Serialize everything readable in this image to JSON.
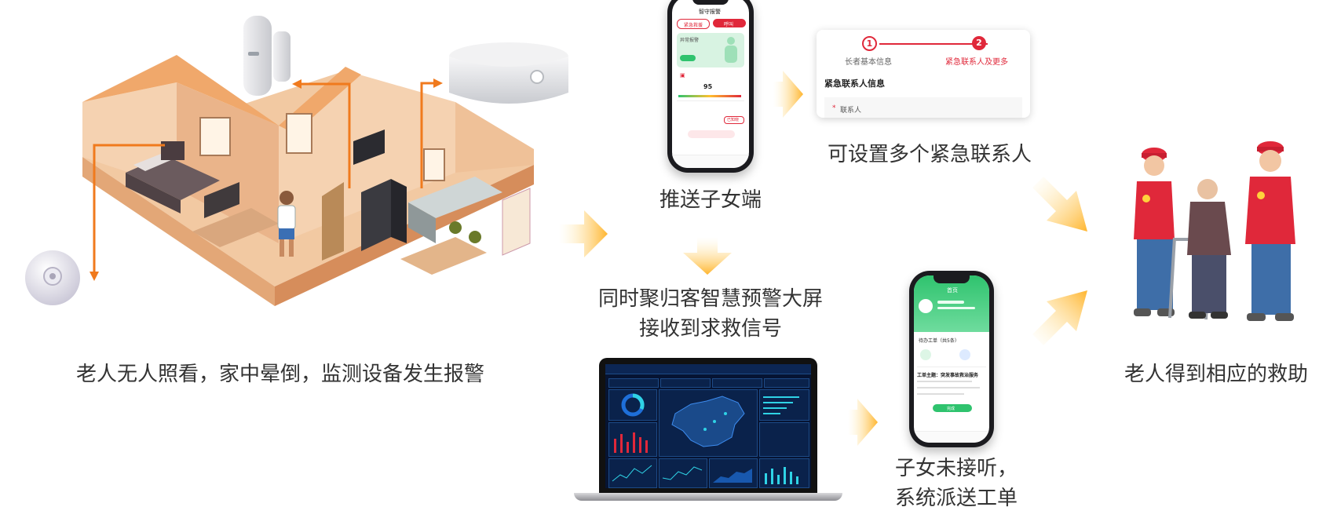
{
  "captions": {
    "step1": "老人无人照看，家中晕倒，监测设备发生报警",
    "push_child": "推送子女端",
    "multi_contacts": "可设置多个紧急联系人",
    "big_screen_line1": "同时聚归客智慧预警大屏",
    "big_screen_line2": "接收到求救信号",
    "dispatch_line1": "子女未接听，",
    "dispatch_line2": "系统派送工单",
    "rescued": "老人得到相应的救助"
  },
  "form_card": {
    "step1_number": "1",
    "step1_label": "长者基本信息",
    "step2_number": "2",
    "step2_label": "紧急联系人及更多",
    "section_title": "紧急联系人信息",
    "required_mark": "*",
    "field_label": "联系人"
  },
  "phone_child": {
    "title": "智守报警",
    "btn_help": "紧急救援",
    "btn_call": "呼叫",
    "status": "异常报警",
    "score": "95",
    "confirm": "已知晓"
  },
  "phone_worker": {
    "title": "首页",
    "section": "待办工单（共5条）",
    "order_title": "工单主题：突发事故救治服务",
    "btn_done": "完成"
  },
  "colors": {
    "accent_red": "#e0283a",
    "arrow_orange": "#f07a1d",
    "arrow_yellow": "#ffc02e",
    "app_green": "#2fc36e"
  }
}
